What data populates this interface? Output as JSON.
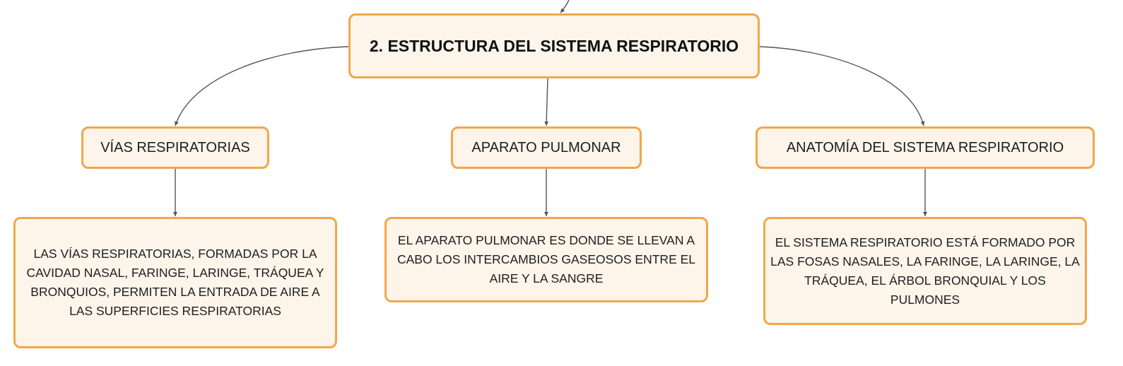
{
  "map": {
    "root": {
      "label": "2. ESTRUCTURA DEL SISTEMA RESPIRATORIO"
    },
    "branches": [
      {
        "label": "VÍAS RESPIRATORIAS",
        "detail": "LAS VÍAS RESPIRATORIAS, FORMADAS POR LA CAVIDAD NASAL, FARINGE, LARINGE, TRÁQUEA Y BRONQUIOS, PERMITEN LA ENTRADA DE AIRE A LAS SUPERFICIES RESPIRATORIAS"
      },
      {
        "label": "APARATO PULMONAR",
        "detail": "EL APARATO PULMONAR ES DONDE SE LLEVAN A CABO LOS INTERCAMBIOS GASEOSOS ENTRE EL AIRE Y LA SANGRE"
      },
      {
        "label": "ANATOMÍA DEL SISTEMA RESPIRATORIO",
        "detail": "EL SISTEMA RESPIRATORIO ESTÁ FORMADO POR LAS FOSAS NASALES, LA FARINGE, LA LARINGE, LA TRÁQUEA, EL ÁRBOL BRONQUIAL Y LOS PULMONES"
      }
    ]
  },
  "colors": {
    "node_border": "#f3a64c",
    "node_fill": "#fdf4ea",
    "connector": "#555555"
  }
}
